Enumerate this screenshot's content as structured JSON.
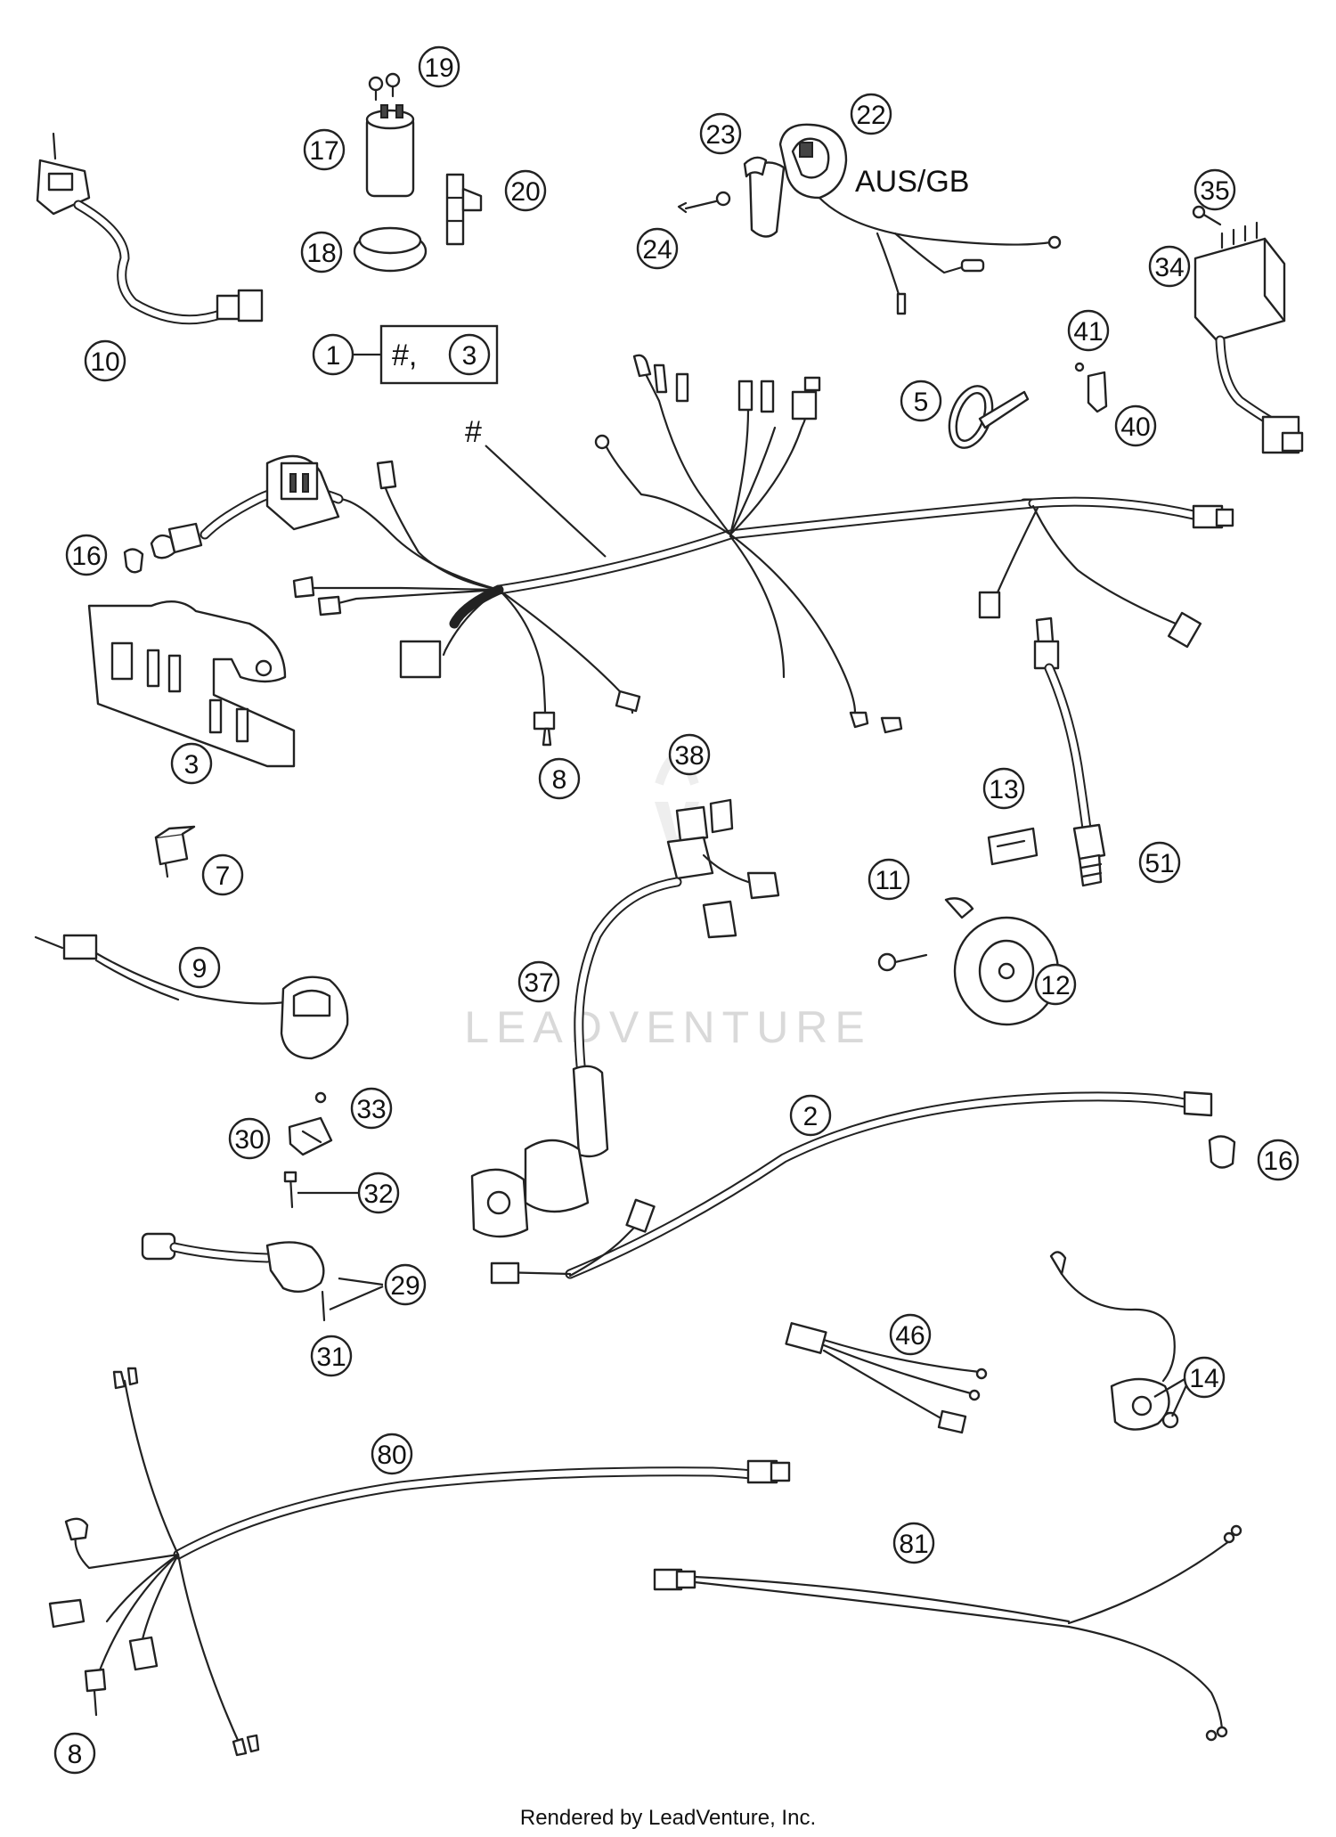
{
  "callouts": {
    "c1": "1",
    "c2": "2",
    "c3": "3",
    "c3b": "3",
    "c5": "5",
    "c7": "7",
    "c8a": "8",
    "c8b": "8",
    "c9": "9",
    "c10": "10",
    "c11": "11",
    "c12": "12",
    "c13": "13",
    "c14": "14",
    "c16a": "16",
    "c16b": "16",
    "c17": "17",
    "c18": "18",
    "c19": "19",
    "c20": "20",
    "c22": "22",
    "c23": "23",
    "c24": "24",
    "c29": "29",
    "c30": "30",
    "c31": "31",
    "c32": "32",
    "c33": "33",
    "c34": "34",
    "c35": "35",
    "c37": "37",
    "c38": "38",
    "c40": "40",
    "c41": "41",
    "c46": "46",
    "c51": "51",
    "c80": "80",
    "c81": "81"
  },
  "labels": {
    "kit_hash": "#,",
    "harness_hash": "#",
    "variant": "AUS/GB"
  },
  "watermark": "LEADVENTURE",
  "footer": "Rendered by LeadVenture, Inc."
}
